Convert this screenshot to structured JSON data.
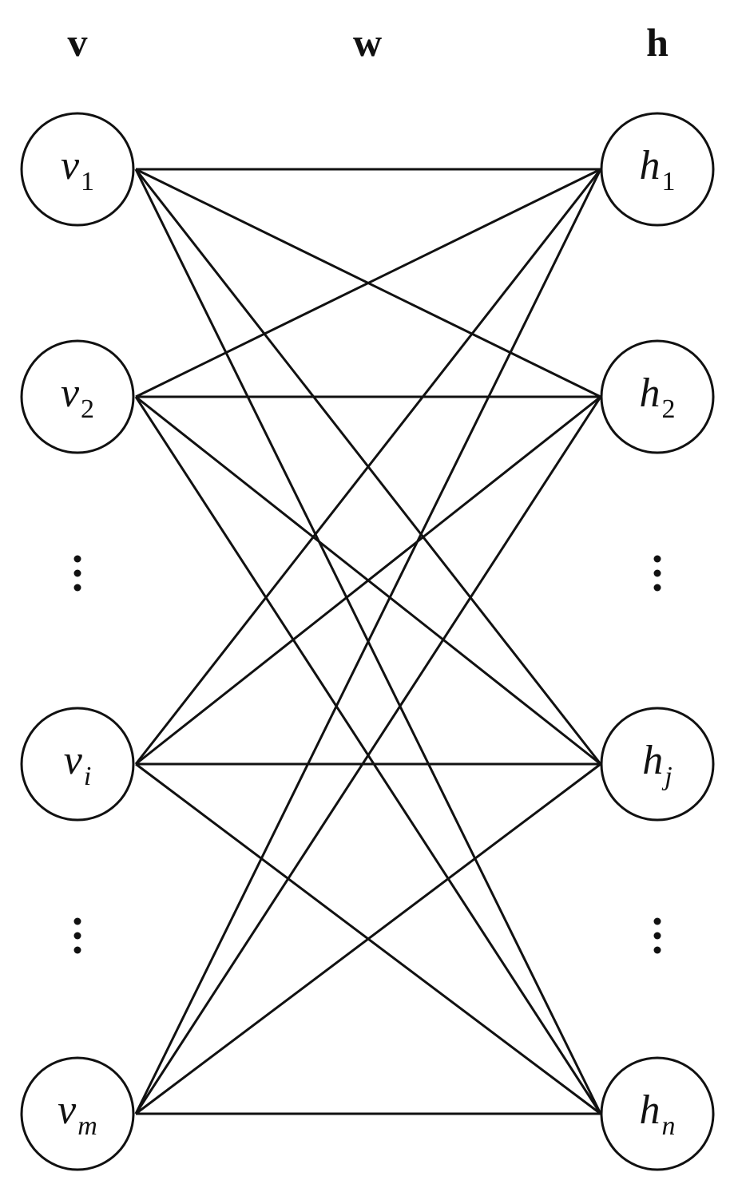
{
  "layers": {
    "visible_title": "v",
    "weights_title": "w",
    "hidden_title": "h"
  },
  "visible_nodes": [
    {
      "main": "v",
      "sub": "1",
      "sub_italic": false
    },
    {
      "main": "v",
      "sub": "2",
      "sub_italic": false
    },
    {
      "ellipsis": true
    },
    {
      "main": "v",
      "sub": "i",
      "sub_italic": true
    },
    {
      "ellipsis": true
    },
    {
      "main": "v",
      "sub": "m",
      "sub_italic": true
    }
  ],
  "hidden_nodes": [
    {
      "main": "h",
      "sub": "1",
      "sub_italic": false
    },
    {
      "main": "h",
      "sub": "2",
      "sub_italic": false
    },
    {
      "ellipsis": true
    },
    {
      "main": "h",
      "sub": "j",
      "sub_italic": true
    },
    {
      "ellipsis": true
    },
    {
      "main": "h",
      "sub": "n",
      "sub_italic": true
    }
  ],
  "connectivity": "fully-connected"
}
